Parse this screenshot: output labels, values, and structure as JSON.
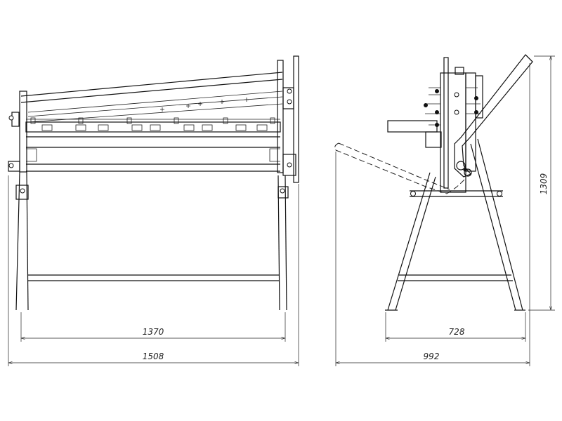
{
  "dimensions": {
    "front_inner_width": "1370",
    "front_overall_width": "1508",
    "side_base_width": "728",
    "side_overall_width": "992",
    "side_height": "1309"
  }
}
